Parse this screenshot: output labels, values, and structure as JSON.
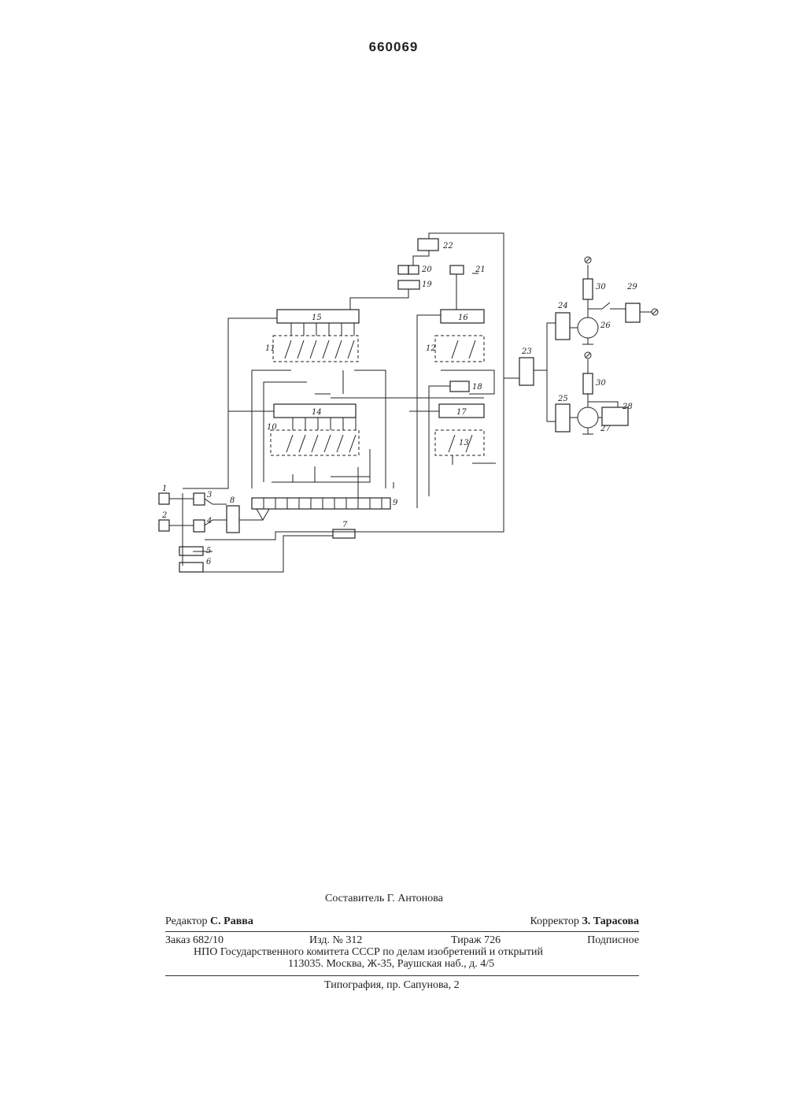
{
  "header": {
    "patent_number": "660069"
  },
  "diagram": {
    "labels": [
      "1",
      "2",
      "3",
      "4",
      "5",
      "6",
      "7",
      "8",
      "9",
      "10",
      "11",
      "12",
      "13",
      "14",
      "15",
      "16",
      "17",
      "18",
      "19",
      "20",
      "21",
      "22",
      "23",
      "24",
      "25",
      "26",
      "27",
      "28",
      "29",
      "30",
      "30"
    ],
    "terminal_symbol": "ø"
  },
  "footer": {
    "compiler_label": "Составитель",
    "compiler_name": "Г. Антонова",
    "editor_label": "Редактор",
    "editor_name": "С. Равва",
    "corrector_label": "Корректор",
    "corrector_name": "З. Тарасова",
    "order": "Заказ 682/10",
    "edition": "Изд. № 312",
    "circulation": "Тираж 726",
    "subscription": "Подписное",
    "organization": "НПО Государственного комитета СССР по делам изобретений и открытий",
    "address": "113035. Москва, Ж-35, Раушская наб., д. 4/5",
    "printing_house": "Типография, пр. Сапунова, 2"
  }
}
